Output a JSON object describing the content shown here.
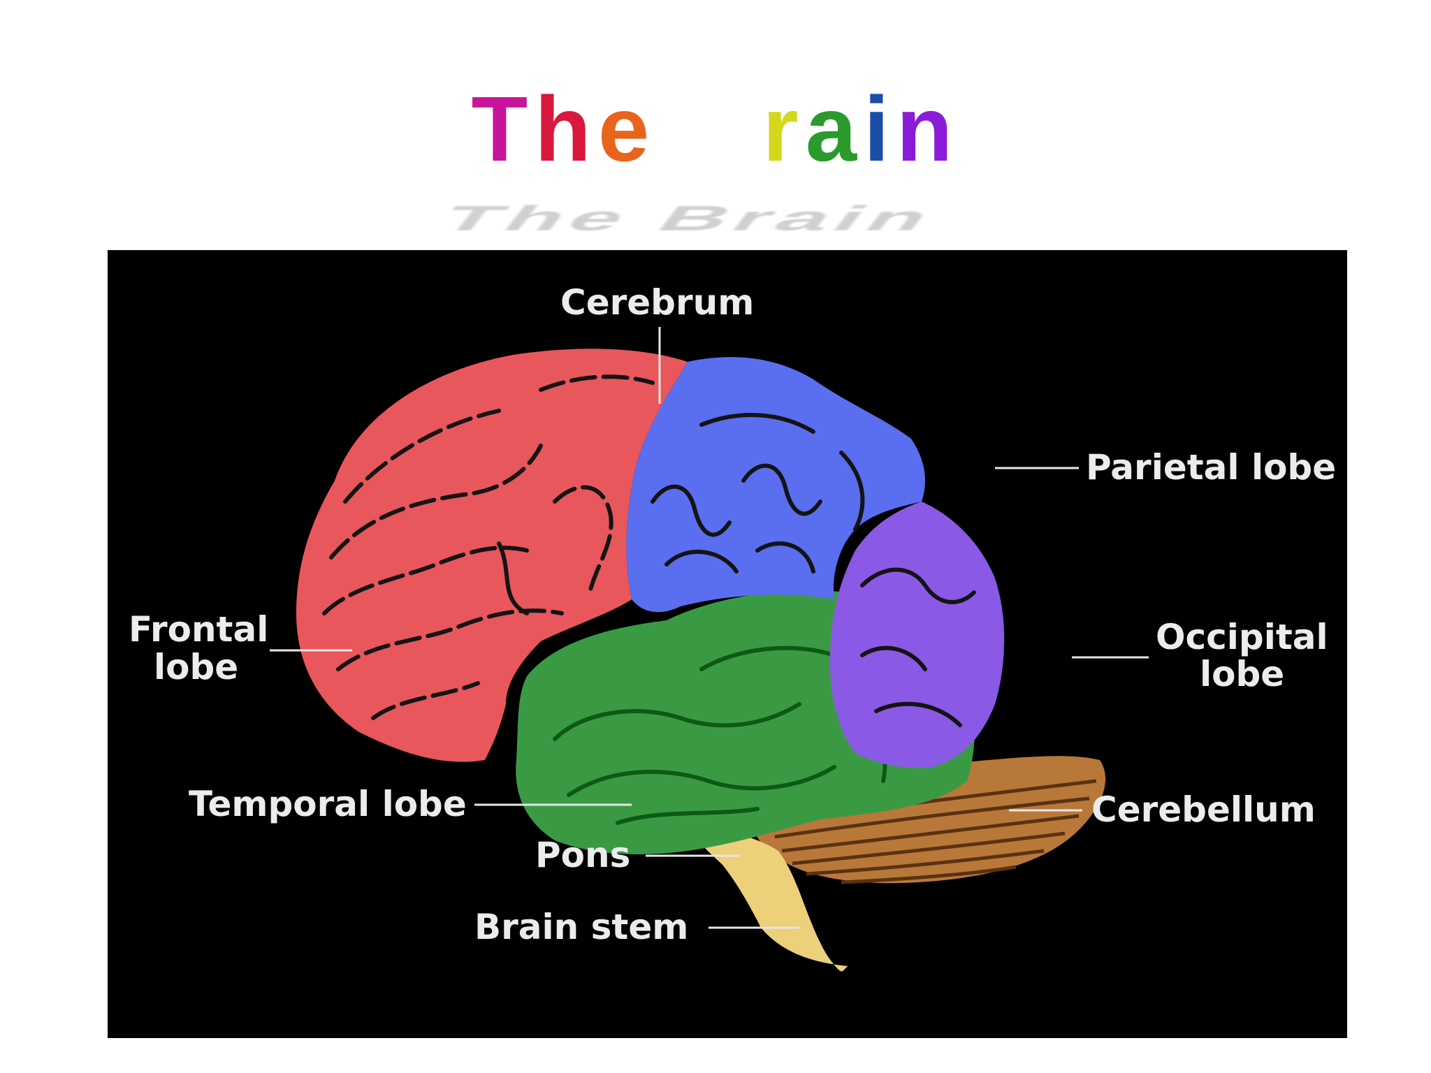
{
  "slide": {
    "title": "The Brain",
    "title_colors": [
      "#c8149a",
      "#d8183c",
      "#e8641c",
      "#f08a1c",
      "#ffffff",
      "#d4d81c",
      "#2a9a2a",
      "#1c4ea8",
      "#8a1cd8"
    ]
  },
  "diagram": {
    "background": "#000000",
    "labels": {
      "cerebrum": "Cerebrum",
      "parietal": "Parietal lobe",
      "frontal_line1": "Frontal",
      "frontal_line2": "lobe",
      "occipital_line1": "Occipital",
      "occipital_line2": "lobe",
      "temporal": "Temporal lobe",
      "cerebellum": "Cerebellum",
      "pons": "Pons",
      "brain_stem": "Brain stem"
    },
    "region_colors": {
      "frontal": "#e8575c",
      "parietal": "#5a6ef0",
      "occipital": "#8a5ae6",
      "temporal": "#3a9a44",
      "cerebellum": "#b8783a",
      "brain_stem": "#ecd07a"
    }
  }
}
